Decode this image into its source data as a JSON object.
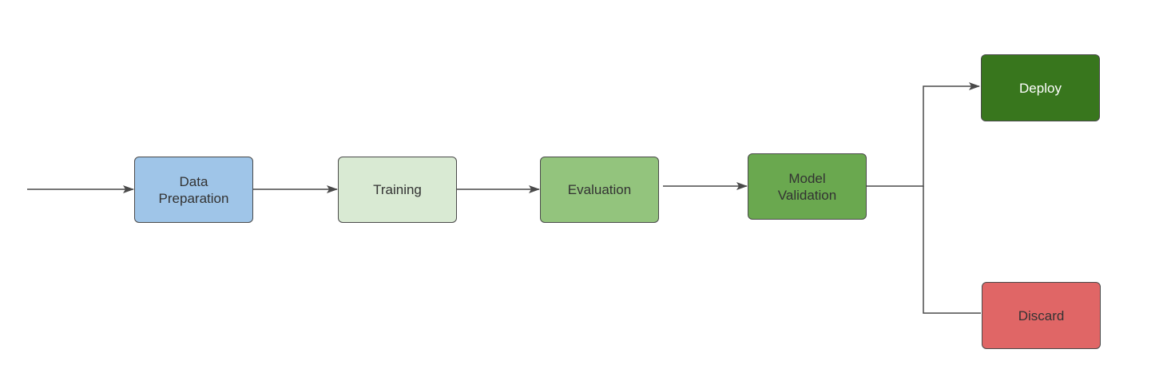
{
  "diagram": {
    "type": "flowchart",
    "nodes": {
      "data_preparation": {
        "label": "Data\nPreparation",
        "color": "#9fc5e8"
      },
      "training": {
        "label": "Training",
        "color": "#d9ead3"
      },
      "evaluation": {
        "label": "Evaluation",
        "color": "#93c47d"
      },
      "model_validation": {
        "label": "Model\nValidation",
        "color": "#6aa84f"
      },
      "deploy": {
        "label": "Deploy",
        "color": "#38761d"
      },
      "discard": {
        "label": "Discard",
        "color": "#e06666"
      }
    },
    "edges": [
      {
        "from": "start",
        "to": "data_preparation"
      },
      {
        "from": "data_preparation",
        "to": "training"
      },
      {
        "from": "training",
        "to": "evaluation"
      },
      {
        "from": "evaluation",
        "to": "model_validation"
      },
      {
        "from": "model_validation",
        "to": "deploy"
      },
      {
        "from": "model_validation",
        "to": "discard"
      }
    ],
    "edge_color": "#4a4a4a"
  }
}
